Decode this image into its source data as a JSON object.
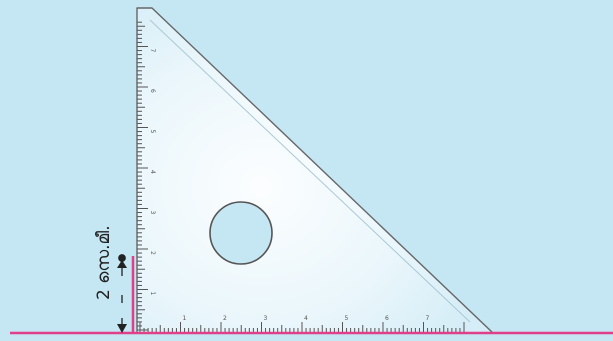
{
  "figure": {
    "measurement_label": "2 സെ.മീ.",
    "ruler_numbers_bottom": [
      "1",
      "2",
      "3",
      "4",
      "5",
      "6",
      "7"
    ],
    "ruler_numbers_side": [
      "1",
      "2",
      "3",
      "4",
      "5",
      "6",
      "7"
    ]
  },
  "colors": {
    "background": "#c5e6f3",
    "baseline": "#e0408a",
    "marker_line": "#e0408a",
    "triangle_edge": "#666666",
    "ticks": "#555555"
  }
}
